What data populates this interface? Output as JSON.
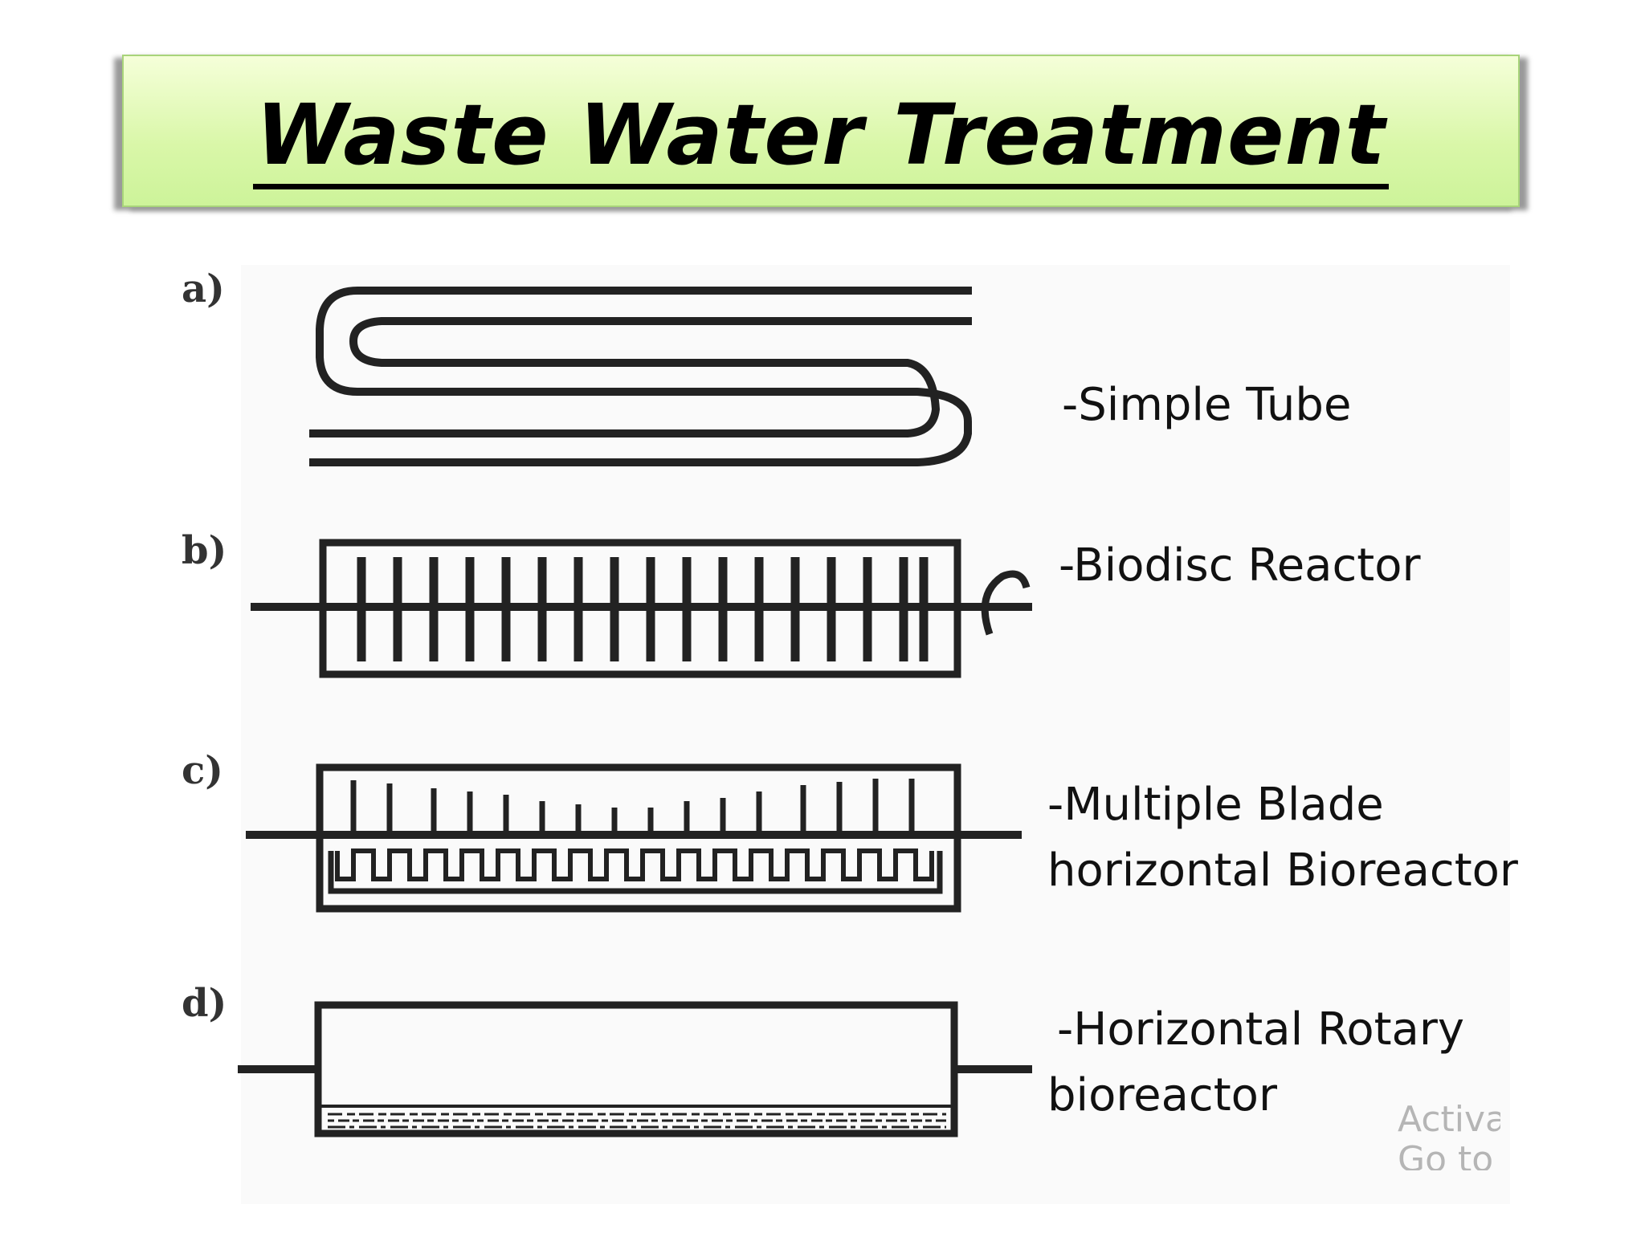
{
  "title": "Waste Water Treatment",
  "diagrams": [
    {
      "letter": "a)",
      "label": "-Simple Tube"
    },
    {
      "letter": "b)",
      "label": "-Biodisc Reactor"
    },
    {
      "letter": "c)",
      "label": "-Multiple Blade",
      "label_line2": "horizontal Bioreactor"
    },
    {
      "letter": "d)",
      "label": "-Horizontal Rotary",
      "label_line2": "bioreactor"
    }
  ],
  "watermark": {
    "line1": "Activa",
    "line2": "Go to P"
  },
  "colors": {
    "banner": "#d9f7a8",
    "banner_border": "#a8d47a",
    "stroke": "#222222"
  }
}
